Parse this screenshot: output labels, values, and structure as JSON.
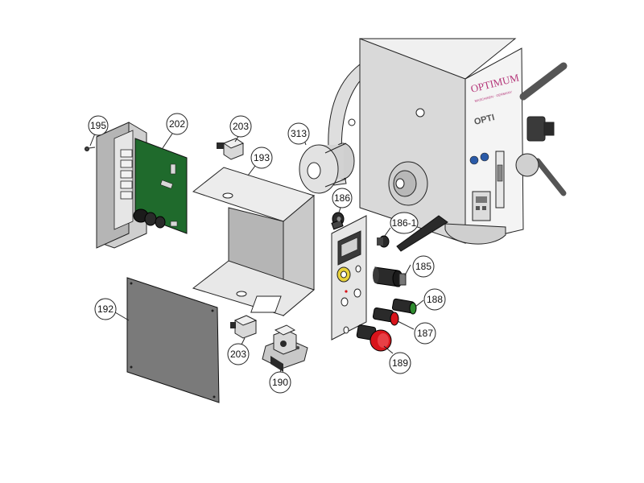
{
  "diagram": {
    "brand_logo": "OPTIMUM",
    "brand_tagline": "MASCHINEN · GERMANY",
    "model_logo": "OPTI",
    "callouts": [
      {
        "id": "c195",
        "label": "195"
      },
      {
        "id": "c202",
        "label": "202"
      },
      {
        "id": "c203a",
        "label": "203"
      },
      {
        "id": "c193",
        "label": "193"
      },
      {
        "id": "c313",
        "label": "313"
      },
      {
        "id": "c186",
        "label": "186"
      },
      {
        "id": "c186_1",
        "label": "186-1"
      },
      {
        "id": "c185",
        "label": "185"
      },
      {
        "id": "c188",
        "label": "188"
      },
      {
        "id": "c187",
        "label": "187"
      },
      {
        "id": "c189",
        "label": "189"
      },
      {
        "id": "c192",
        "label": "192"
      },
      {
        "id": "c203b",
        "label": "203"
      },
      {
        "id": "c190",
        "label": "190"
      }
    ],
    "colors": {
      "line": "#1a1a1a",
      "metal_light": "#e6e6e6",
      "metal_mid": "#c8c8c8",
      "metal_dark": "#8e8e8e",
      "pcb_green": "#1f6a2c",
      "button_red": "#d8141b",
      "button_green": "#2e8a2e",
      "yellow_ring": "#e8d23a",
      "brand_magenta": "#b5377a",
      "brand_blue": "#2a5aa8"
    }
  }
}
